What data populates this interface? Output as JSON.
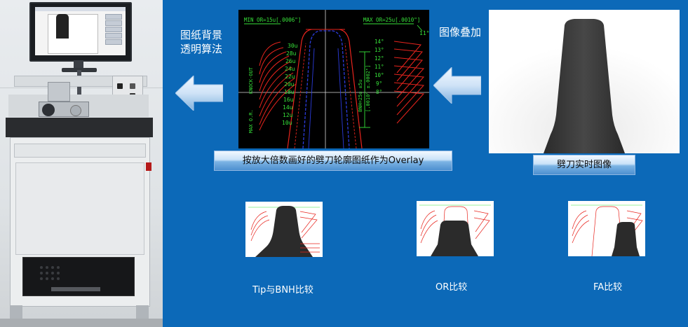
{
  "labels": {
    "transparency_algorithm": [
      "图纸背景",
      "透明算法"
    ],
    "image_overlay": "图像叠加",
    "overlay_caption": "按放大倍数画好的劈刀轮廓图纸作为Overlay",
    "realtime_caption": "劈刀实时图像"
  },
  "overlay_drawing": {
    "min_or": "MIN OR=15u[.0006\"]",
    "max_or": "MAX OR=25u[.0010\"]",
    "angle": "11°",
    "knock_out": "KNOCK-OUT",
    "max_or_side": "MAX O.R.",
    "left_scale": [
      "30u",
      "28u",
      "26u",
      "24u",
      "22u",
      "20u",
      "18u",
      "16u",
      "14u",
      "12u",
      "10u"
    ],
    "right_scale": [
      "14°",
      "13°",
      "12°",
      "11°",
      "10°",
      "9°",
      "8°"
    ],
    "bnh_label": "BNH=25u ±5u",
    "bnh_inch": "[.0010\" ±.0002\"]"
  },
  "comparisons": [
    {
      "label": "Tip与BNH比较"
    },
    {
      "label": "OR比较"
    },
    {
      "label": "FA比较"
    }
  ],
  "colors": {
    "background": "#0c69b8",
    "drawing_green": "#37e23a",
    "drawing_red": "#e8241d",
    "drawing_blue": "#2b3bd9",
    "caption_gradient_bottom": "#4d8fd0"
  },
  "icons": {
    "left_arrow": "arrow-left-icon",
    "right_arrow": "arrow-left-icon"
  }
}
